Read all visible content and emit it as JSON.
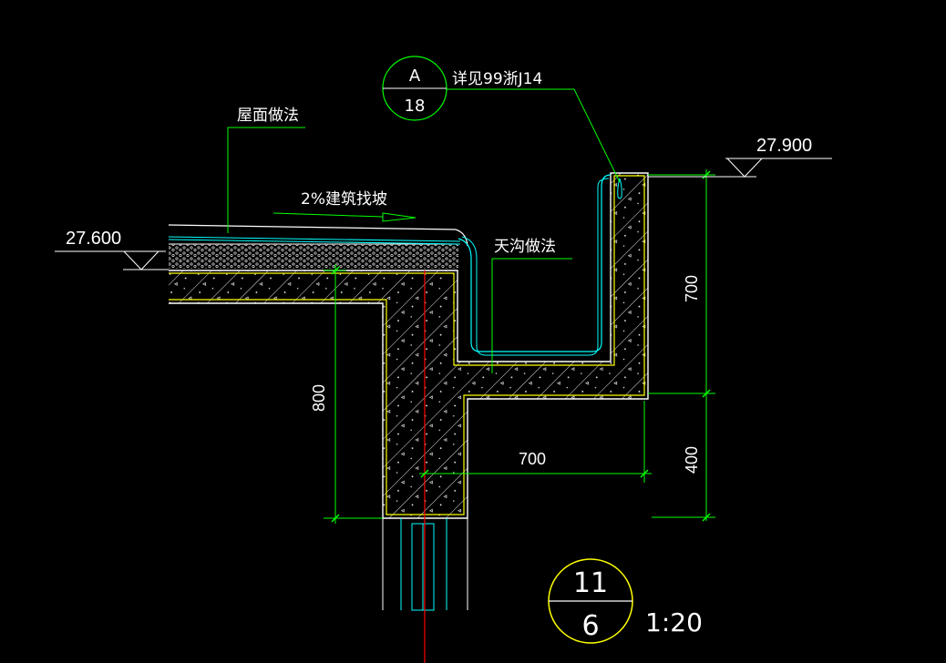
{
  "labels": {
    "roof_method": "屋面做法",
    "slope_note": "2%建筑找坡",
    "gutter_method": "天沟做法",
    "detail_ref": "详见99浙J14"
  },
  "elevations": {
    "left": "27.600",
    "right": "27.900"
  },
  "dimensions": {
    "gutter_height": "700",
    "beam_height": "400",
    "gutter_width": "700",
    "drop": "800"
  },
  "detail_bubble": {
    "top": "A",
    "bottom": "18"
  },
  "section_bubble": {
    "top": "11",
    "bottom": "6",
    "scale": "1:20"
  },
  "colors": {
    "background": "#000000",
    "concrete": "#ffffff",
    "outline_yellow": "#ffff00",
    "waterproof_cyan": "#00ffff",
    "dimension_green": "#00ff00",
    "axis_red": "#ff0000",
    "text_white": "#ffffff"
  }
}
